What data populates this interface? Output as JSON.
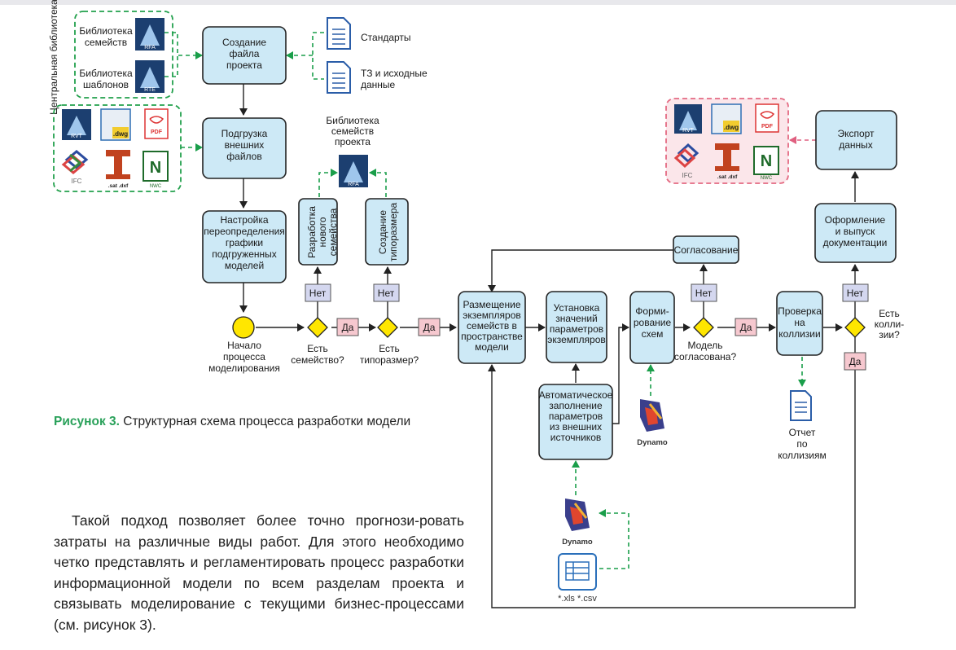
{
  "colors": {
    "box_fill": "#cde9f6",
    "no_tag": "#d4d7ef",
    "yes_tag": "#f6c8cf",
    "decision": "#ffe600",
    "start": "#ffe600",
    "green_dashed": "#1a9e4a",
    "pink_dashed": "#e06080",
    "caption_accent": "#2aa15a"
  },
  "central_library": {
    "vertical_label": "Центральная библиотека",
    "families": "Библиотека семейств",
    "templates": "Библиотека шаблонов",
    "rfa_badge": "RFA",
    "rte_badge": "RTE"
  },
  "external_files": {
    "rvt": "RVT",
    "dwg": ".dwg",
    "pdf": "PDF",
    "ifc": "IFC",
    "sat": ".sat .dxf",
    "nwc": "NWC"
  },
  "documents": {
    "standards": "Стандарты",
    "tz": "ТЗ и исходные данные"
  },
  "project_family_library": {
    "label": "Библиотека семейств проекта",
    "badge": "RFA"
  },
  "boxes": {
    "create_file": "Создание файла проекта",
    "load_external": "Подгрузка внешних файлов",
    "graphics_override": "Настройка переопределения графики подгруженных моделей",
    "new_family": "Разработка нового семейства",
    "create_type": "Создание типоразмера",
    "place_instances": "Размещение экземпляров семейств в пространстве модели",
    "set_params": "Установка значений параметров экземпляров",
    "auto_fill": "Автоматическое заполнение параметров из внешних источников",
    "form_schemes": "Форми-рование схем",
    "approval": "Согласование",
    "collision_check": "Проверка на коллизии",
    "documentation": "Оформление и выпуск документации",
    "export": "Экспорт данных"
  },
  "start_node": {
    "label": "Начало процесса моделирования"
  },
  "decisions": {
    "family_exists": "Есть семейство?",
    "type_exists": "Есть типоразмер?",
    "model_agreed": "Модель согласована?",
    "collisions": "Есть колли-зии?"
  },
  "tags": {
    "no": "Нет",
    "yes": "Да"
  },
  "tools": {
    "dynamo": "Dynamo",
    "xls": "*.xls *.csv",
    "report": "Отчет по коллизиям"
  },
  "caption": {
    "number": "Рисунок 3.",
    "text": " Структурная схема процесса разработки модели"
  },
  "body_text": "Такой подход позволяет более точно прогнози-ровать затраты на различные виды работ. Для этого необходимо четко представлять и регламентировать процесс разработки информационной модели по всем разделам проекта и связывать моделирование с текущими бизнес-процессами (см. рисунок 3)."
}
